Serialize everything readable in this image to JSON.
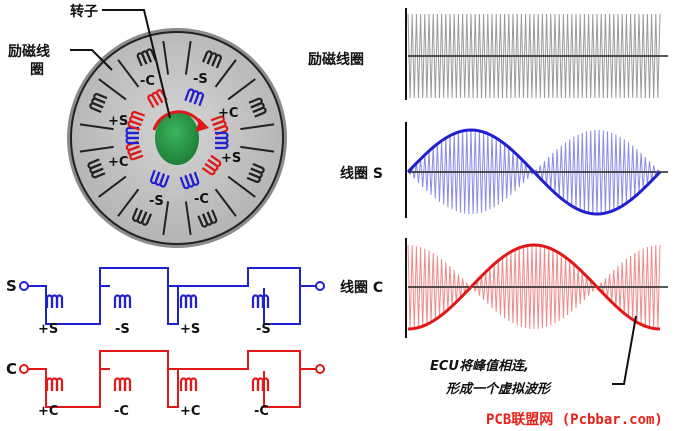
{
  "labels": {
    "rotor": "转子",
    "exc_coil_top": "励磁线",
    "exc_coil_bottom": "圈",
    "exc_coil_wave": "励磁线圈",
    "coil_s_wave": "线圈 S",
    "coil_c_wave": "线圈 C",
    "note_line1": "ECU将峰值相连,",
    "note_line2": "形成一个虚拟波形",
    "watermark": "PCB联盟网 (Pcbbar.com)"
  },
  "rotor_poles": [
    "-C",
    "-S",
    "+S",
    "+C",
    "+C",
    "+S",
    "-S",
    "-C"
  ],
  "circuit_s": {
    "terminal": "S",
    "coils": [
      "+S",
      "-S",
      "+S",
      "-S"
    ]
  },
  "circuit_c": {
    "terminal": "C",
    "coils": [
      "+C",
      "-C",
      "+C",
      "-C"
    ]
  },
  "colors": {
    "sine": "#2020d0",
    "cosine": "#e01818",
    "exc_fill": "#9a9a9a",
    "sine_fill": "#8a8ae8",
    "cos_fill": "#f08a8a",
    "stator": "#c8c8c8",
    "rotor": "#2a9a4a"
  }
}
